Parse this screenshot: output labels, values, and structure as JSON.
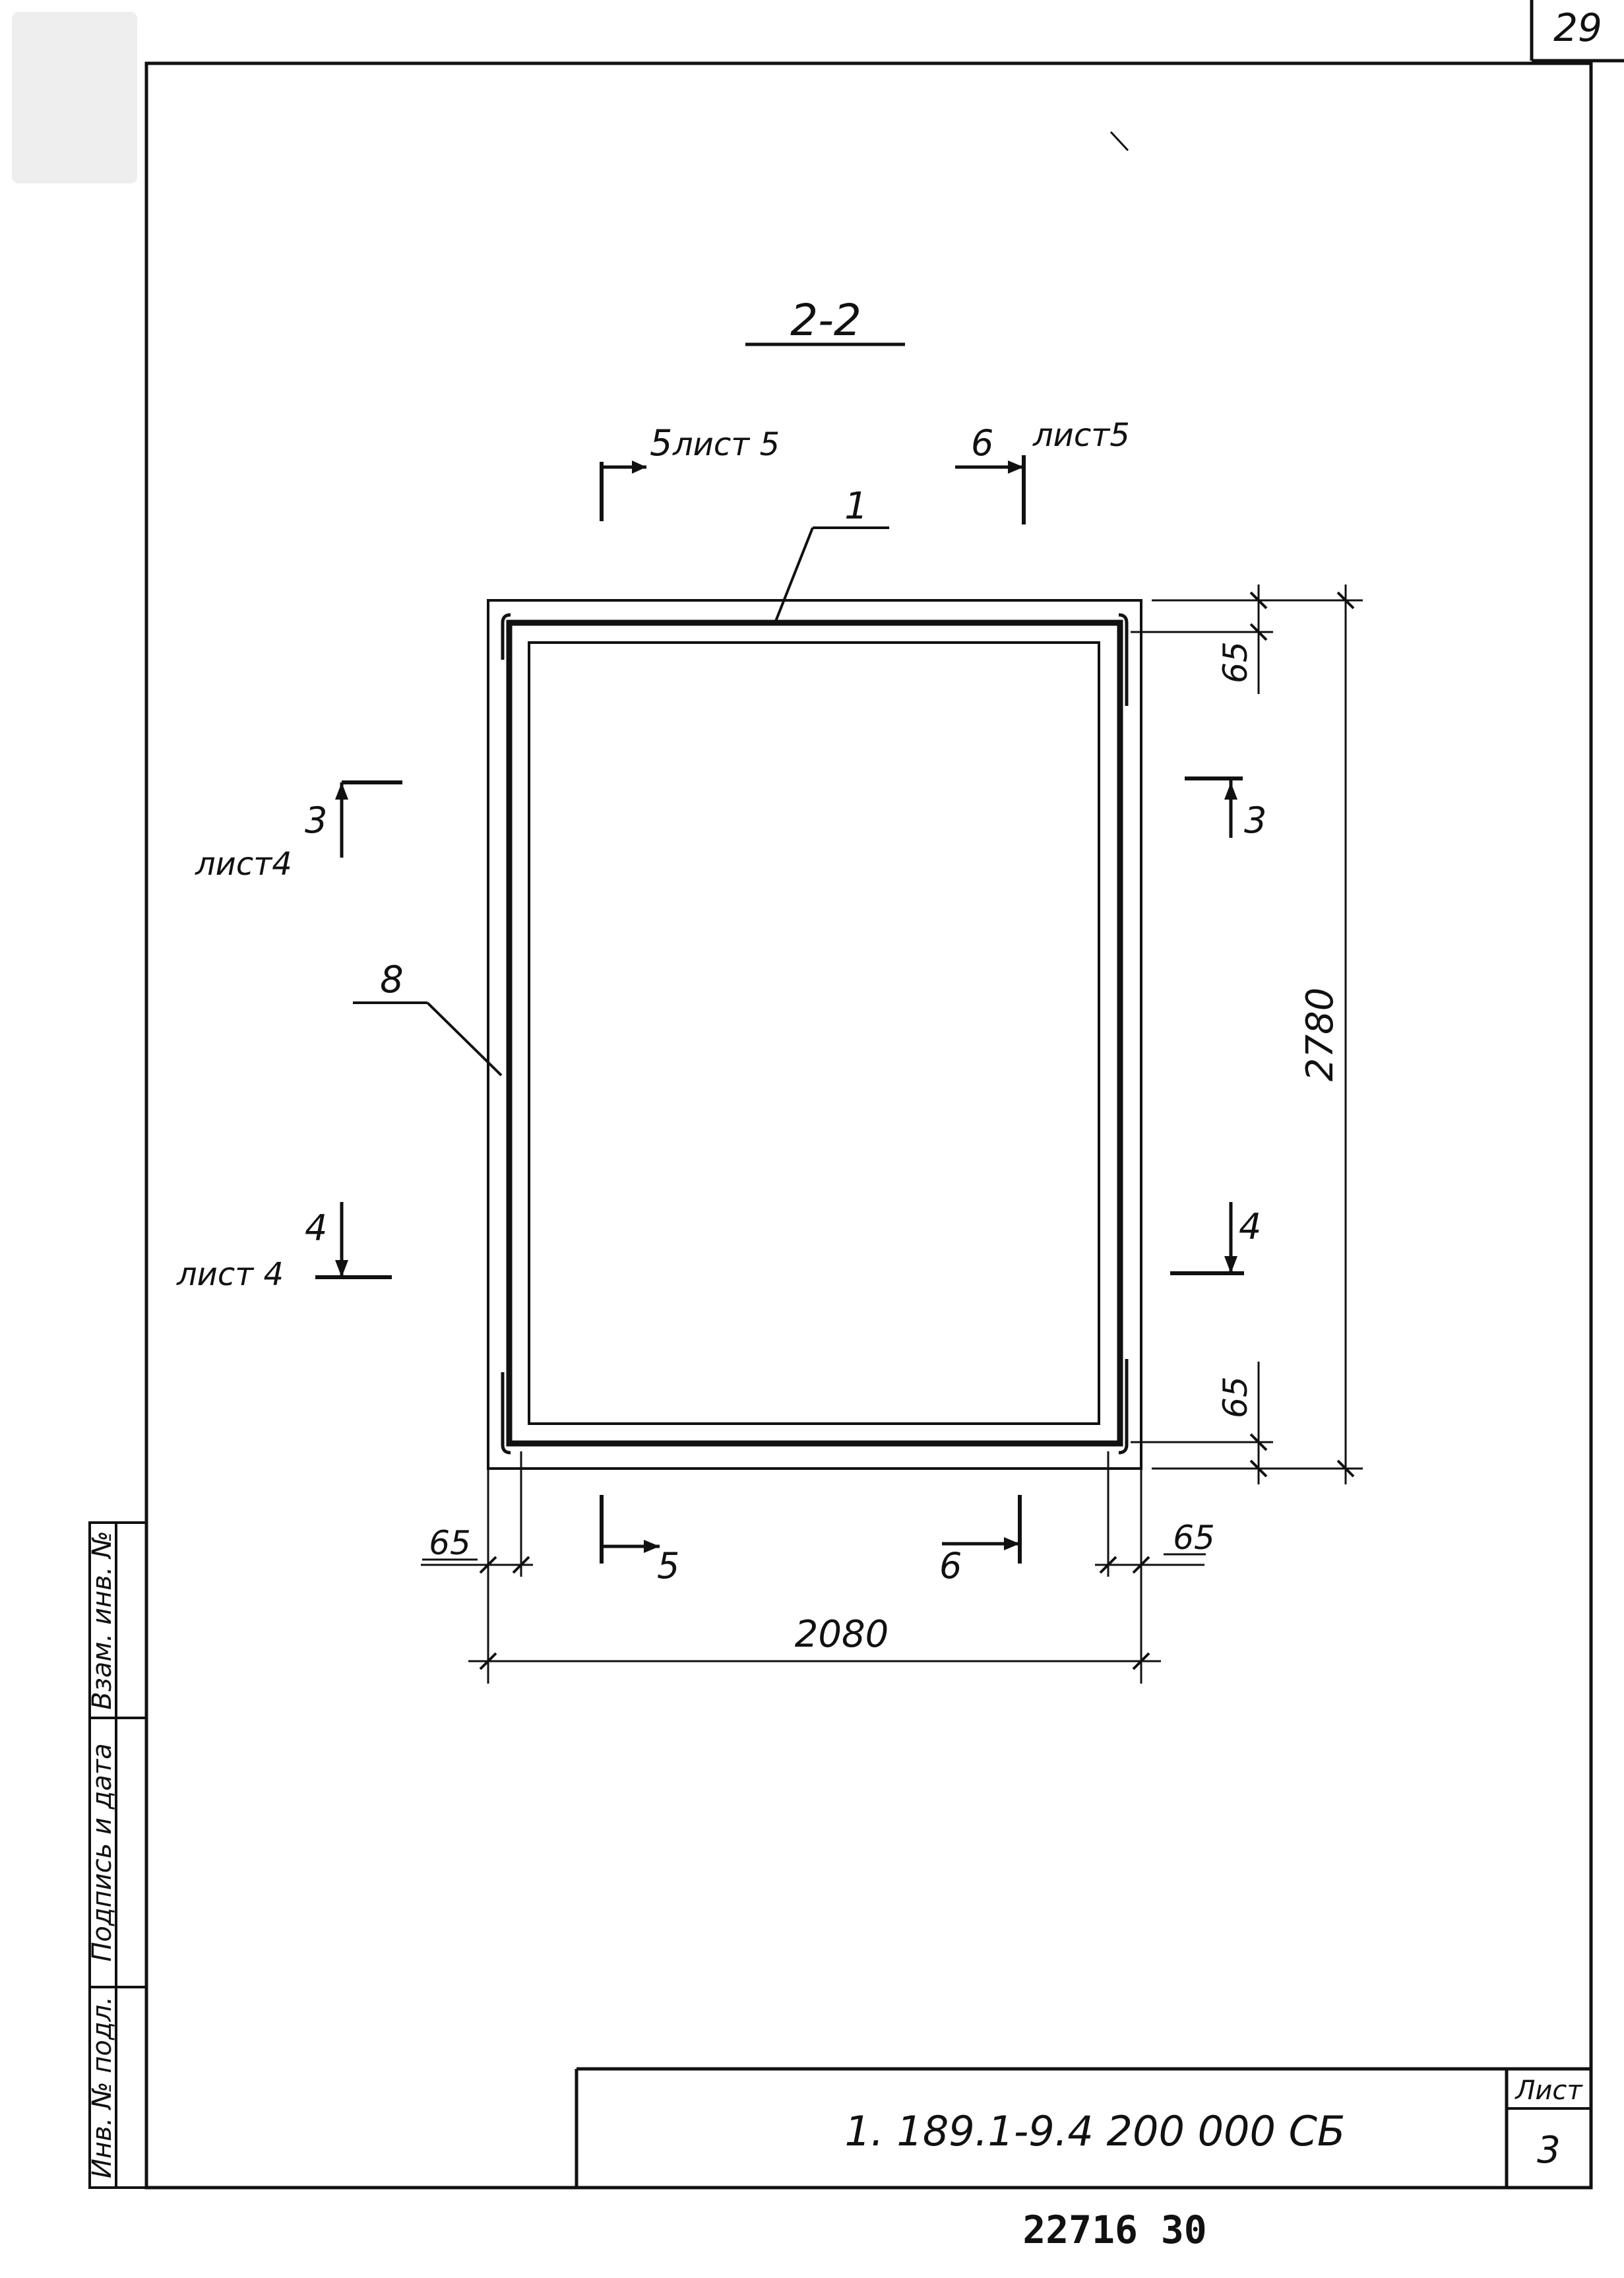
{
  "page_number": "29",
  "section_title": "2-2",
  "cuts": {
    "cut_5_top": {
      "num": "5",
      "ref": "лист 5"
    },
    "cut_6_top": {
      "num": "6",
      "ref": "лист5"
    },
    "cut_3_left": {
      "num": "3",
      "ref": "лист4"
    },
    "cut_3_right": {
      "num": "3"
    },
    "cut_4_left": {
      "num": "4",
      "ref": "лист 4"
    },
    "cut_4_right": {
      "num": "4"
    },
    "cut_5_bottom": {
      "num": "5"
    },
    "cut_6_bottom": {
      "num": "6"
    }
  },
  "callouts": {
    "part_1": "1",
    "part_8": "8"
  },
  "dimensions": {
    "top_offset": "65",
    "bottom_offset": "65",
    "height": "2780",
    "left_offset": "65",
    "right_offset": "65",
    "width": "2080"
  },
  "side_stamp": {
    "inv_orig": "Инв. № подл.",
    "sign_date": "Подпись и дата",
    "inv_swap": "Взам. инв. №"
  },
  "title_block": {
    "doc_code": "1. 189.1-9.4  200 000 СБ",
    "sheet_label": "Лист",
    "sheet_number": "3"
  },
  "footer_code": "22716   30",
  "colors": {
    "ink": "#111111",
    "paper": "#ffffff"
  }
}
